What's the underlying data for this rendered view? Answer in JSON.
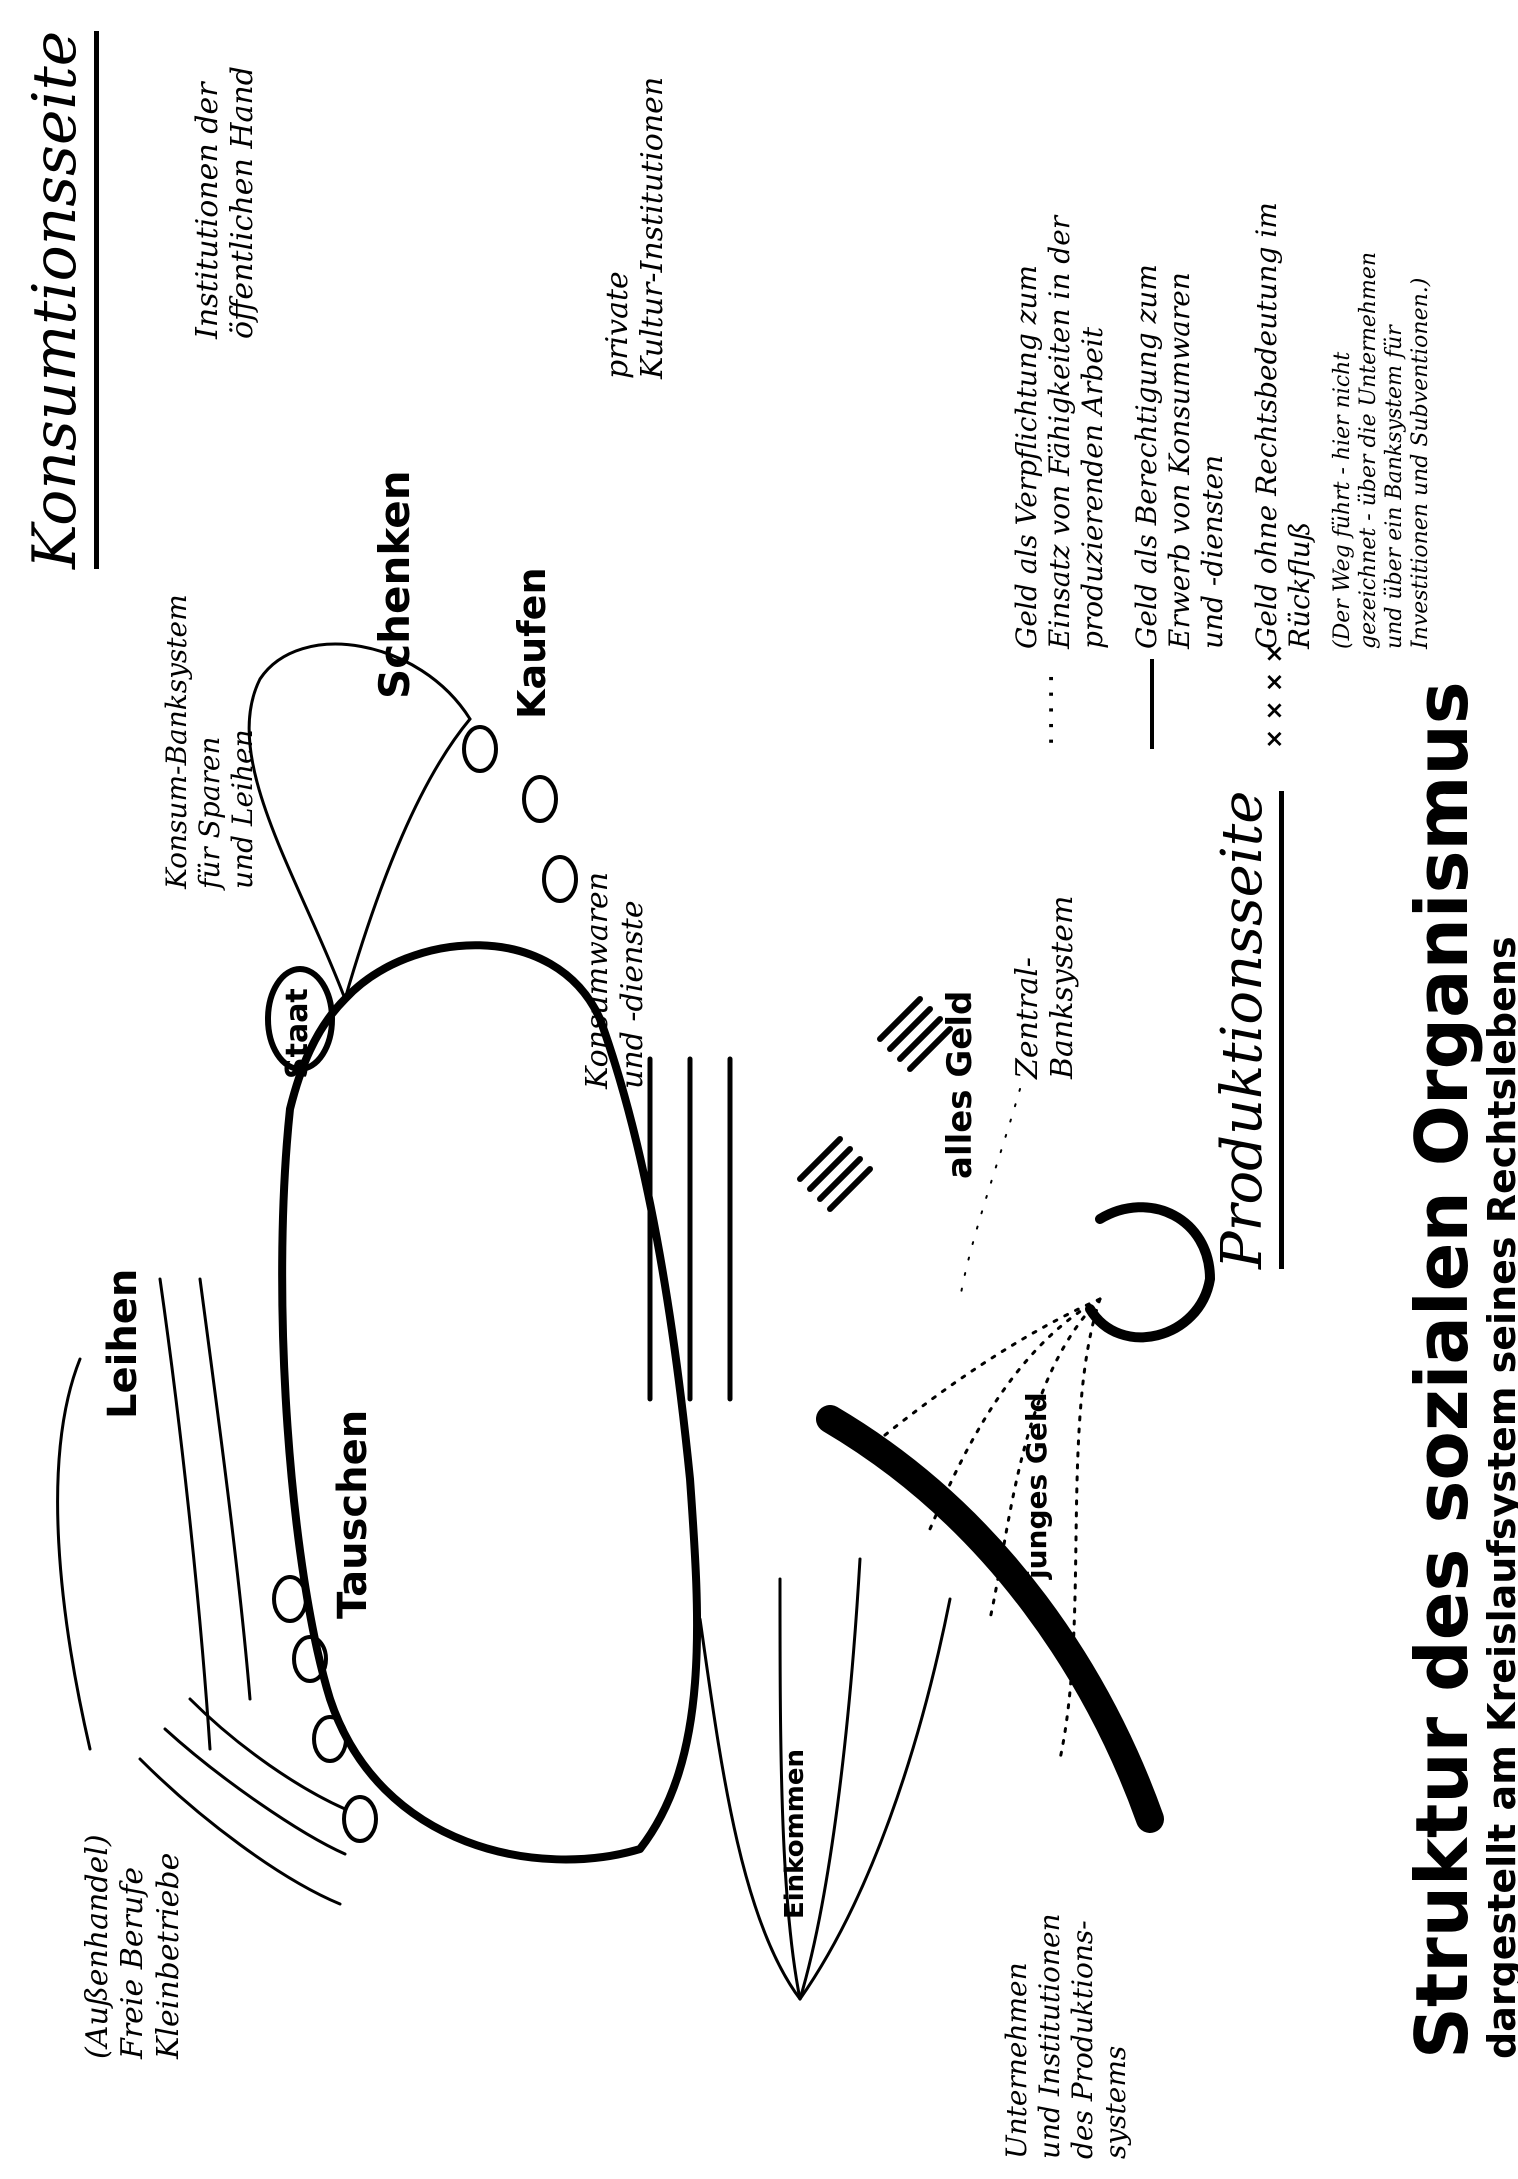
{
  "title": "Struktur des sozialen Organismus",
  "subtitle": "dargestellt am Kreislaufsystem seines Rechtslebens",
  "sides": {
    "consumption": "Konsumtionsseite",
    "production": "Produktionsseite"
  },
  "flow_labels": {
    "schenken": "Schenken",
    "kaufen": "Kaufen",
    "tauschen": "Tauschen",
    "leihen": "Leihen",
    "staat": "Staat",
    "alles_geld": "alles Geld",
    "junges_geld": "junges Geld",
    "einkommen": "Einkommen"
  },
  "annotations": {
    "public_hand": "Institutionen der\nöffentlichen Hand",
    "private_culture": "private\nKultur-Institutionen",
    "consumer_bank": "Konsum-Banksystem\nfür Sparen\nund Leihen",
    "consumer_goods": "Konsumwaren\nund -dienste",
    "central_bank": "Zentral-\nBanksystem",
    "small_business": "(Außenhandel)\nFreie Berufe\nKleinbetriebe",
    "enterprises": "Unternehmen\nund Institutionen\ndes Produktions-\nsystems"
  },
  "legend": [
    {
      "symbol": "dotted",
      "text": "Geld als Verpflichtung zum\nEinsatz von Fähigkeiten in der\nproduzierenden Arbeit"
    },
    {
      "symbol": "solid",
      "text": "Geld als Berechtigung zum\nErwerb von Konsumwaren\nund -diensten"
    },
    {
      "symbol": "crosses",
      "text": "Geld ohne Rechtsbedeutung im\nRückfluß",
      "note": "(Der Weg führt - hier nicht\ngezeichnet - über die Unternehmen\nund über ein Banksystem für\nInvestitionen und Subventionen.)"
    }
  ],
  "colors": {
    "ink": "#000000",
    "paper": "#ffffff"
  }
}
